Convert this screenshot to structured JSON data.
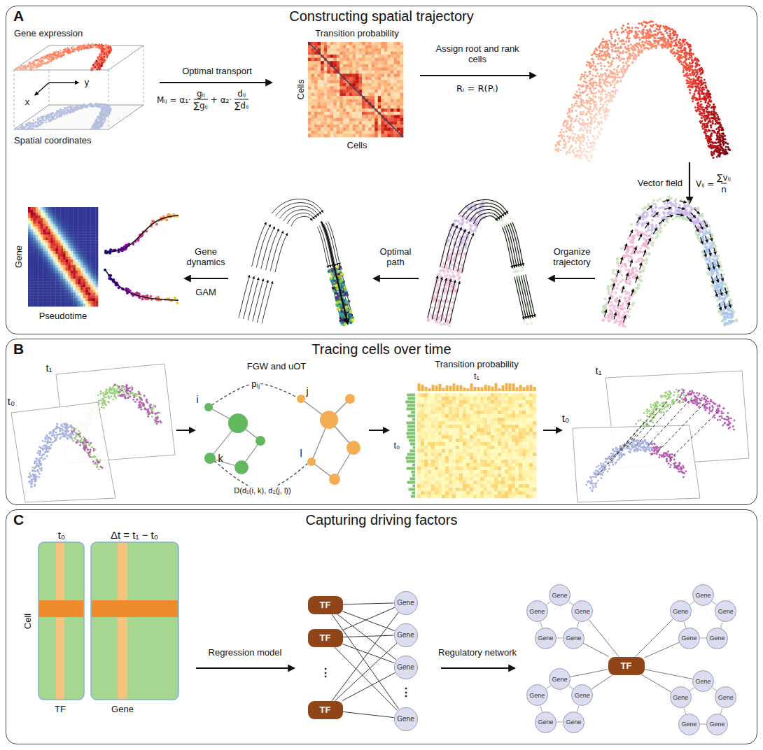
{
  "diagram": {
    "nodes": [
      {
        "text": [
          "A",
          "Constructing spatial trajectory"
        ]
      },
      {
        "text": [
          "B",
          "Tracing cells over time"
        ]
      },
      {
        "text": [
          "i"
        ],
        "in": 1
      },
      {
        "text": [
          "k"
        ],
        "in": 1
      },
      {
        "text": [
          "j"
        ],
        "in": 1
      },
      {
        "text": [
          "l"
        ],
        "in": 1
      },
      {
        "text": [
          "C",
          "Capturing driving factors"
        ]
      },
      {
        "text": [
          "TF"
        ],
        "in": 6
      },
      {
        "text": [
          "TF"
        ],
        "in": 6
      },
      {
        "text": [
          "TF"
        ],
        "in": 6
      },
      {
        "text": [
          "Gene"
        ],
        "in": 6
      },
      {
        "text": [
          "Gene"
        ],
        "in": 6
      },
      {
        "text": [
          "Gene"
        ],
        "in": 6
      },
      {
        "text": [
          "Gene"
        ],
        "in": 6
      },
      {
        "text": [
          "TF"
        ],
        "in": 6
      },
      {
        "text": [
          "Gene"
        ],
        "in": 6
      },
      {
        "text": [
          "Gene"
        ],
        "in": 6
      },
      {
        "text": [
          "Gene"
        ],
        "in": 6
      },
      {
        "text": [
          "Gene"
        ],
        "in": 6
      },
      {
        "text": [
          "Gene"
        ],
        "in": 6
      },
      {
        "text": [
          "Gene"
        ],
        "in": 6
      },
      {
        "text": [
          "Gene"
        ],
        "in": 6
      },
      {
        "text": [
          "Gene"
        ],
        "in": 6
      },
      {
        "text": [
          "Gene"
        ],
        "in": 6
      },
      {
        "text": [
          "Gene"
        ],
        "in": 6
      },
      {
        "text": [
          "Gene"
        ],
        "in": 6
      },
      {
        "text": [
          "Gene"
        ],
        "in": 6
      },
      {
        "text": [
          "Gene"
        ],
        "in": 6
      },
      {
        "text": [
          "Gene"
        ],
        "in": 6
      },
      {
        "text": [
          "Gene"
        ],
        "in": 6
      },
      {
        "text": [
          "Gene"
        ],
        "in": 6
      },
      {
        "text": [
          "Gene"
        ],
        "in": 6
      },
      {
        "text": [
          "Gene"
        ],
        "in": 6
      },
      {
        "text": [
          "Gene"
        ],
        "in": 6
      },
      {
        "text": [
          "Gene"
        ],
        "in": 6
      }
    ],
    "edges": [
      {
        "from": 2,
        "to": 4,
        "label": "pᵢⱼ",
        "arrow": "none"
      },
      {
        "from": 3,
        "to": 5,
        "label": "D(d₁(i, k), d₂(j, l))",
        "arrow": "none"
      },
      {
        "from": 7,
        "to": 10,
        "arrow": "none"
      },
      {
        "from": 7,
        "to": 11,
        "arrow": "none"
      },
      {
        "from": 7,
        "to": 12,
        "arrow": "none"
      },
      {
        "from": 7,
        "to": 13,
        "arrow": "none"
      },
      {
        "from": 8,
        "to": 10,
        "arrow": "none"
      },
      {
        "from": 8,
        "to": 11,
        "arrow": "none"
      },
      {
        "from": 8,
        "to": 12,
        "arrow": "none"
      },
      {
        "from": 8,
        "to": 13,
        "arrow": "none"
      },
      {
        "from": 9,
        "to": 10,
        "arrow": "none"
      },
      {
        "from": 9,
        "to": 11,
        "arrow": "none"
      },
      {
        "from": 9,
        "to": 12,
        "arrow": "none"
      },
      {
        "from": 9,
        "to": 13,
        "arrow": "none"
      },
      {
        "from": 14,
        "to": 16,
        "arrow": "none"
      },
      {
        "from": 14,
        "to": 17,
        "arrow": "none"
      },
      {
        "from": 14,
        "to": 23,
        "arrow": "none"
      },
      {
        "from": 14,
        "to": 24,
        "arrow": "none"
      },
      {
        "from": 14,
        "to": 25,
        "arrow": "none"
      },
      {
        "from": 14,
        "to": 26,
        "arrow": "none"
      },
      {
        "from": 14,
        "to": 30,
        "arrow": "none"
      },
      {
        "from": 14,
        "to": 34,
        "arrow": "none"
      },
      {
        "from": 15,
        "to": 16,
        "arrow": "none"
      },
      {
        "from": 16,
        "to": 17,
        "arrow": "none"
      },
      {
        "from": 17,
        "to": 18,
        "arrow": "none"
      },
      {
        "from": 18,
        "to": 19,
        "arrow": "none"
      },
      {
        "from": 19,
        "to": 15,
        "arrow": "none"
      },
      {
        "from": 20,
        "to": 21,
        "arrow": "none"
      },
      {
        "from": 21,
        "to": 22,
        "arrow": "none"
      },
      {
        "from": 22,
        "to": 23,
        "arrow": "none"
      },
      {
        "from": 23,
        "to": 24,
        "arrow": "none"
      },
      {
        "from": 24,
        "to": 20,
        "arrow": "none"
      },
      {
        "from": 25,
        "to": 26,
        "arrow": "none"
      },
      {
        "from": 26,
        "to": 27,
        "arrow": "none"
      },
      {
        "from": 27,
        "to": 28,
        "arrow": "none"
      },
      {
        "from": 28,
        "to": 29,
        "arrow": "none"
      },
      {
        "from": 29,
        "to": 25,
        "arrow": "none"
      },
      {
        "from": 30,
        "to": 31,
        "arrow": "none"
      },
      {
        "from": 31,
        "to": 32,
        "arrow": "none"
      },
      {
        "from": 32,
        "to": 33,
        "arrow": "none"
      },
      {
        "from": 33,
        "to": 34,
        "arrow": "none"
      },
      {
        "from": 34,
        "to": 30,
        "arrow": "none"
      }
    ],
    "labels": [
      "Gene expression",
      "x",
      "y",
      "Spatial coordinates",
      "Optimal transport",
      "Mᵢⱼ = α₁·",
      "gᵢⱼ",
      "∑gᵢⱼ",
      "+ α₂·",
      "dᵢⱼ",
      "∑dᵢⱼ",
      "Transition probability",
      "Cells",
      "Cells",
      "Assign root and rank cells",
      "Rᵢ = R(Pᵢ)",
      "Vector field",
      "Vᵢⱼ =",
      "∑vᵢⱼ",
      "n",
      "Organize trajectory",
      "Optimal path",
      "Gene dynamics",
      "GAM",
      "Gene",
      "Pseudotime",
      "t₁",
      "t₀",
      "FGW and uOT",
      "Transition probability",
      "t₁",
      "t₀",
      "t₁",
      "t₀",
      "t₀",
      "Δt = t₁ − t₀",
      "Cell",
      "TF",
      "Gene",
      "Regression model",
      "⋮",
      "⋮",
      "Regulatory network"
    ]
  }
}
